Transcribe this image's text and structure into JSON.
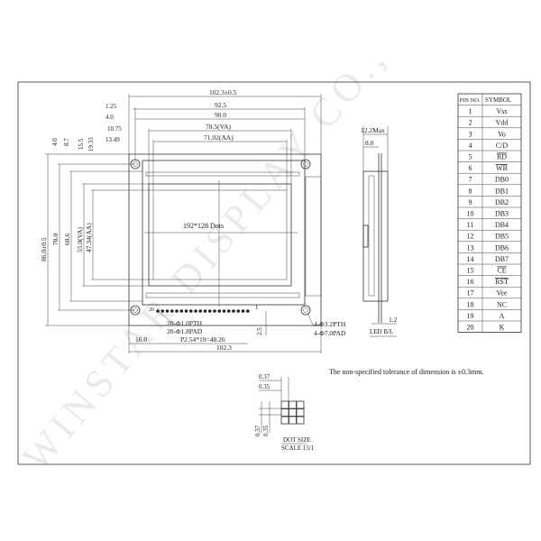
{
  "watermark": "WINSTAR DISPLAY CO.,",
  "top_dims": {
    "d1": "102.3±0.5",
    "d2": "92.5",
    "d3": "90.0",
    "d4": "78.5(VA)",
    "d5": "71.02(AA)",
    "l1": "1.25",
    "l2": "4.0",
    "l3": "10.75",
    "l4": "13.49"
  },
  "left_dims": {
    "v1": "86.0±0.5",
    "v2": "78.0",
    "v3": "68.6",
    "v4": "55.0(VA)",
    "v5": "47.34(AA)",
    "s1": "4.0",
    "s2": "8.7",
    "s3": "15.5",
    "s4": "19.33"
  },
  "display_label": "192*128  Dots",
  "pin_labels": {
    "first": "20",
    "last": "1"
  },
  "bottom_dims": {
    "pth": "20-Φ1.0PTH",
    "pad": "20-Φ1.8PAD",
    "pitch": "P2.54*19=48.26",
    "left": "16.0",
    "width": "102.3",
    "height": "2.5",
    "hole_pth": "4-Φ3.2PTH",
    "hole_pad": "4-Φ7.0PAD"
  },
  "side_view": {
    "max": "12.2Max",
    "depth": "8.0",
    "bl": "1.2",
    "bl_label": "LED B/L"
  },
  "tolerance_note": "The non-specified tolerance of dimension is  ±0.3mm.",
  "dot_size": {
    "w1": "0.37",
    "w2": "0.35",
    "h1": "0.37",
    "h2": "0.35",
    "title": "DOT SIZE",
    "scale": "SCALE 15/1"
  },
  "pin_table": {
    "headers": [
      "PIN NO.",
      "SYMBOL"
    ],
    "rows": [
      [
        "1",
        "Vss"
      ],
      [
        "2",
        "Vdd"
      ],
      [
        "3",
        "Vo"
      ],
      [
        "4",
        "C/D"
      ],
      [
        "5",
        "RD"
      ],
      [
        "6",
        "WR"
      ],
      [
        "7",
        "DB0"
      ],
      [
        "8",
        "DB1"
      ],
      [
        "9",
        "DB2"
      ],
      [
        "10",
        "DB3"
      ],
      [
        "11",
        "DB4"
      ],
      [
        "12",
        "DB5"
      ],
      [
        "13",
        "DB6"
      ],
      [
        "14",
        "DB7"
      ],
      [
        "15",
        "CE"
      ],
      [
        "16",
        "RST"
      ],
      [
        "17",
        "Vee"
      ],
      [
        "18",
        "NC"
      ],
      [
        "19",
        "A"
      ],
      [
        "20",
        "K"
      ]
    ],
    "overlined": [
      "RD",
      "WR",
      "CE",
      "RST"
    ]
  }
}
